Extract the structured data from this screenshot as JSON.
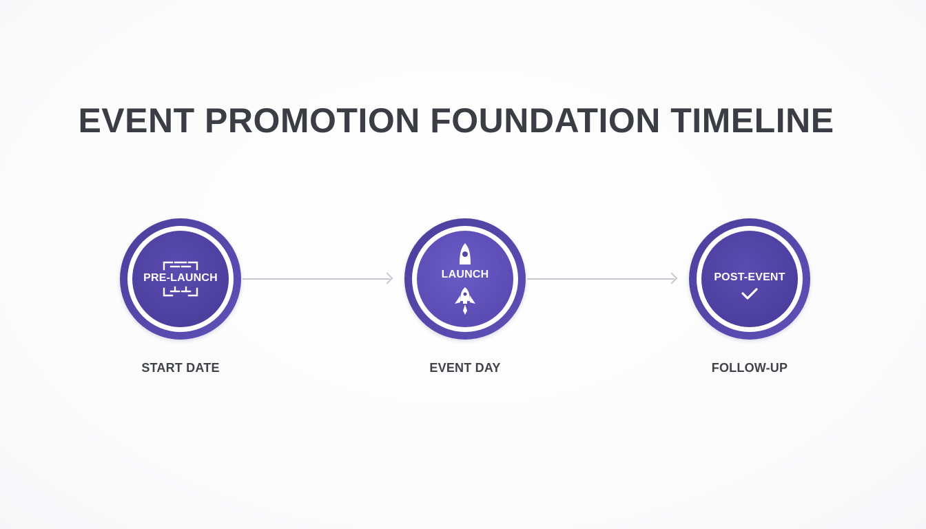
{
  "title": "EVENT PROMOTION FOUNDATION TIMELINE",
  "colors": {
    "ring": "#4a3f9c",
    "core": "#463a97",
    "core_launch": "#5a4cb8",
    "connector": "#c7c8cf",
    "title_text": "#3a3d44",
    "caption_text": "#3f4249"
  },
  "milestones": [
    {
      "label": "PRE-LAUNCH",
      "caption": "START DATE",
      "icon": "calendar-bracket-icon"
    },
    {
      "label": "LAUNCH",
      "caption": "EVENT DAY",
      "icon": "rocket-icon"
    },
    {
      "label": "POST-EVENT",
      "caption": "FOLLOW-UP",
      "icon": "checkmark-icon"
    }
  ]
}
